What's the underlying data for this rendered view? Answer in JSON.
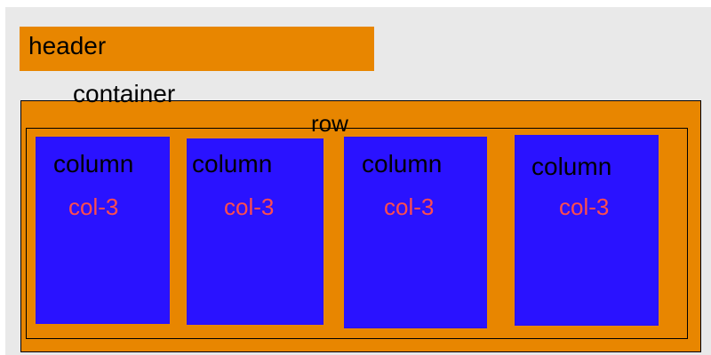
{
  "labels": {
    "header": "header",
    "container": "container",
    "row": "row"
  },
  "columns": [
    {
      "title": "column",
      "class_label": "col-3"
    },
    {
      "title": "column",
      "class_label": "col-3"
    },
    {
      "title": "column",
      "class_label": "col-3"
    },
    {
      "title": "column",
      "class_label": "col-3"
    }
  ],
  "colors": {
    "background": "#e9e9e9",
    "orange": "#e88600",
    "column_blue": "#2a12ff",
    "label_red": "#ff4d4d",
    "text": "#000000"
  }
}
